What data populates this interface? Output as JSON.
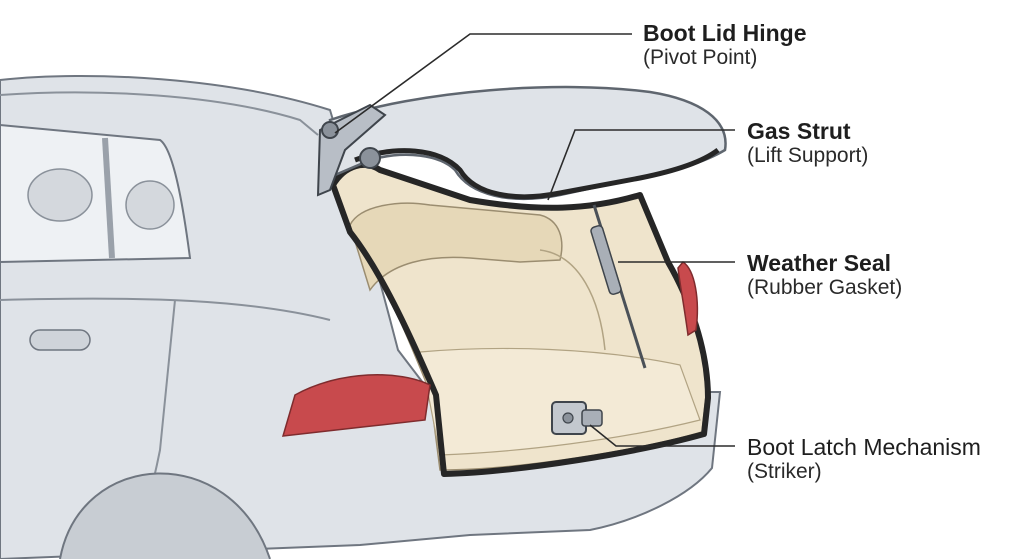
{
  "labels": {
    "hinge": {
      "title": "Boot Lid Hinge",
      "subtitle": "(Pivot Point)"
    },
    "strut": {
      "title": "Gas Strut",
      "subtitle": "(Lift Support)"
    },
    "seal": {
      "title": "Weather Seal",
      "subtitle": "(Rubber Gasket)"
    },
    "latch": {
      "title": "Boot Latch Mechanism",
      "subtitle": "(Striker)"
    }
  },
  "colors": {
    "body": "#dfe3e8",
    "outline": "#6f7680",
    "interior": "#efe4cc",
    "seal": "#262626",
    "taillight": "#c84a4d",
    "leader": "#2b2b2b"
  }
}
